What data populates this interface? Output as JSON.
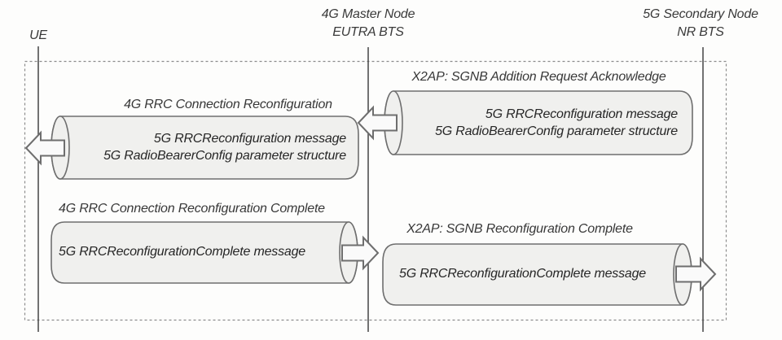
{
  "diagram": {
    "kind": "signaling-sequence-diagram",
    "lifelines": [
      {
        "id": "ue",
        "label_lines": [
          "UE"
        ]
      },
      {
        "id": "master",
        "label_lines": [
          "4G Master Node",
          "EUTRA BTS"
        ]
      },
      {
        "id": "secondary",
        "label_lines": [
          "5G Secondary Node",
          "NR BTS"
        ]
      }
    ],
    "messages": [
      {
        "title": "X2AP: SGNB Addition Request Acknowledge",
        "body_lines": [
          "5G RRCReconfiguration message",
          "5G RadioBearerConfig parameter structure"
        ],
        "direction": "left",
        "from": "5G Secondary Node NR BTS",
        "to": "4G Master Node EUTRA BTS"
      },
      {
        "title": "4G RRC Connection Reconfiguration",
        "body_lines": [
          "5G RRCReconfiguration message",
          "5G RadioBearerConfig parameter structure"
        ],
        "direction": "left",
        "from": "4G Master Node EUTRA BTS",
        "to": "UE"
      },
      {
        "title": "4G RRC Connection Reconfiguration Complete",
        "body_lines": [
          "5G RRCReconfigurationComplete message"
        ],
        "direction": "right",
        "from": "UE",
        "to": "4G Master Node EUTRA BTS"
      },
      {
        "title": "X2AP: SGNB Reconfiguration Complete",
        "body_lines": [
          "5G RRCReconfigurationComplete message"
        ],
        "direction": "right",
        "from": "4G Master Node EUTRA BTS",
        "to": "5G Secondary Node NR BTS"
      }
    ],
    "colors": {
      "shape_fill": "#f0f0ee",
      "arrow_fill": "#fafafa",
      "shape_stroke": "#6e6e6e",
      "lifeline_stroke": "#4f4f4f",
      "dashed_box_stroke": "#8c8c8c",
      "text": "#3c3c3c"
    }
  }
}
